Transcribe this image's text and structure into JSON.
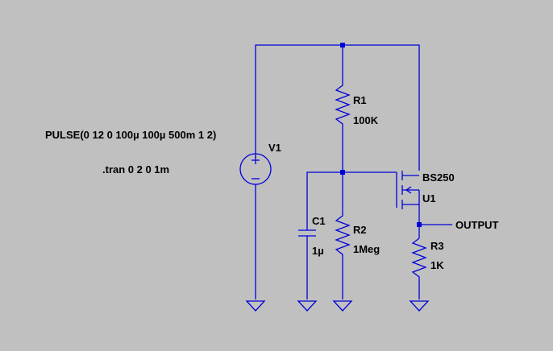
{
  "schematic": {
    "background": "#c0c0c0",
    "wire_color": "#0000d8",
    "text_color": "#000000",
    "directives": {
      "pulse": "PULSE(0 12 0 100µ 100µ 500m 1 2)",
      "tran": ".tran 0 2 0 1m"
    },
    "components": {
      "v1": {
        "name": "V1"
      },
      "r1": {
        "name": "R1",
        "value": "100K"
      },
      "r2": {
        "name": "R2",
        "value": "1Meg"
      },
      "r3": {
        "name": "R3",
        "value": "1K"
      },
      "c1": {
        "name": "C1",
        "value": "1µ"
      },
      "u1": {
        "name": "U1",
        "model": "BS250"
      }
    },
    "net_labels": {
      "output": "OUTPUT"
    }
  }
}
